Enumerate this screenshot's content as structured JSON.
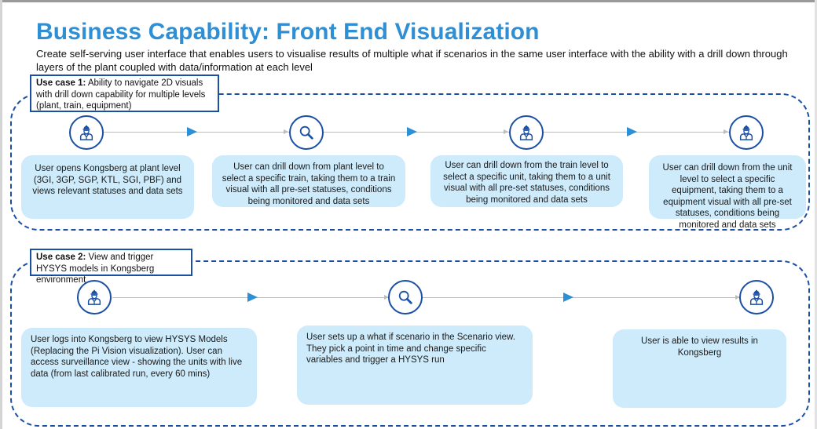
{
  "header": {
    "title": "Business Capability: Front End Visualization",
    "subtitle": "Create self-serving user interface that enables users to visualise results of multiple what if scenarios in the same user interface with the ability with a drill down through layers of the plant coupled with data/information at each level"
  },
  "colors": {
    "title": "#2e8fd5",
    "border": "#1a4fa3",
    "card_fill": "#cdebfb",
    "arrow": "#2e8fd5"
  },
  "use_cases": [
    {
      "label_bold": "Use case 1:",
      "label_text": " Ability to navigate 2D visuals with drill down capability for multiple levels (plant, train, equipment)",
      "steps": [
        {
          "icon": "worker-icon",
          "text": "User opens Kongsberg at plant level (3GI, 3GP, SGP, KTL, SGI, PBF) and views relevant statuses and data sets"
        },
        {
          "icon": "search-icon",
          "text": "User can drill down from plant level to select a specific train, taking them to a train visual with all pre-set statuses, conditions being monitored and data sets"
        },
        {
          "icon": "worker-icon",
          "text": "User can drill down from the train level to select a specific unit, taking them to a unit visual with all pre-set statuses, conditions being monitored and data sets"
        },
        {
          "icon": "worker-icon",
          "text": "User can drill down from the unit level to select a specific equipment, taking them to a equipment visual with all pre-set statuses, conditions being monitored and data sets"
        }
      ]
    },
    {
      "label_bold": "Use case 2:",
      "label_text": " View and trigger HYSYS models in Kongsberg environment",
      "steps": [
        {
          "icon": "worker-icon",
          "text": "User logs into Kongsberg to view HYSYS Models (Replacing the  Pi Vision visualization). User can access surveillance view - showing the units with live data (from last calibrated run, every 60 mins)"
        },
        {
          "icon": "search-icon",
          "text": "User sets up a what if scenario in the Scenario view. They pick a point in time and change specific variables and trigger a HYSYS run"
        },
        {
          "icon": "worker-icon",
          "text": "User is able to view results in Kongsberg"
        }
      ]
    }
  ]
}
